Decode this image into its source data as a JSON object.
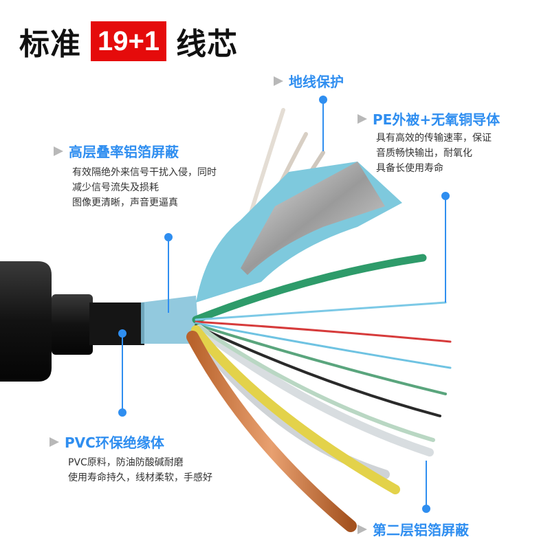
{
  "title": {
    "prefix": "标准",
    "badge": "19+1",
    "suffix": "线芯"
  },
  "labels": {
    "ground": {
      "heading": "地线保护"
    },
    "pe": {
      "heading": "PE外被+无氧铜导体",
      "desc": [
        "具有高效的传输速率，保证",
        "音质畅快输出，耐氧化",
        "具备长使用寿命"
      ]
    },
    "shield": {
      "heading": "高层叠率铝箔屏蔽",
      "desc": [
        "有效隔绝外来信号干扰入侵，同时",
        "减少信号流失及损耗",
        "图像更清晰，声音更逼真"
      ]
    },
    "pvc": {
      "heading": "PVC环保绝缘体",
      "desc": [
        "PVC原料，防油防酸碱耐磨",
        "使用寿命持久，线材柔软，手感好"
      ]
    },
    "second_shield": {
      "heading": "第二层铝箔屏蔽"
    }
  },
  "colors": {
    "accent": "#2f8ef0",
    "badge": "#e50b0b",
    "arrow": "#b8b8b8"
  }
}
